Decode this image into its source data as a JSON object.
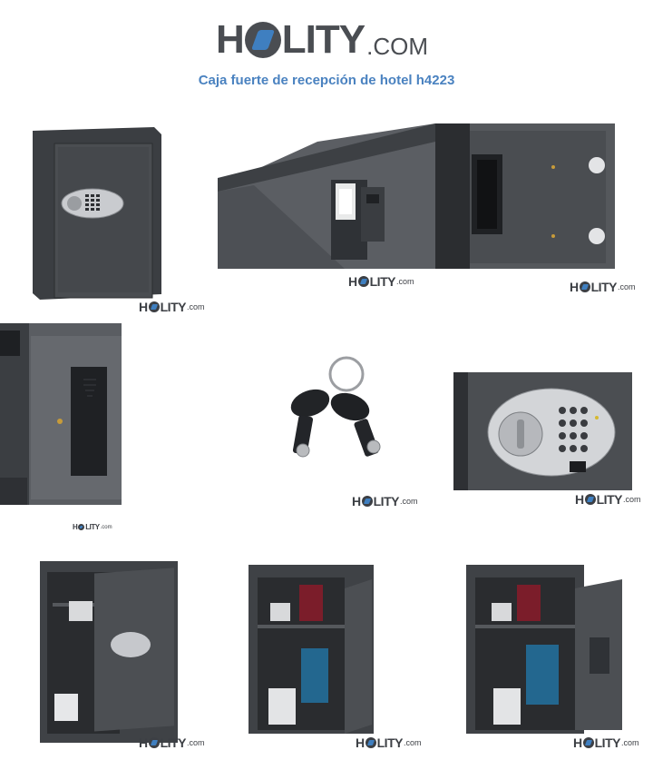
{
  "header": {
    "logo_text_left": "H",
    "logo_text_right": "LITY",
    "logo_suffix": ".COM",
    "subtitle": "Caja fuerte de recepción de hotel h4223"
  },
  "watermark": {
    "left": "H",
    "right": "LITY",
    "suffix": ".com"
  },
  "colors": {
    "brand_dark": "#4a4d52",
    "brand_blue": "#3f7fc0",
    "subtitle": "#4a82c0"
  },
  "photos": [
    "safe-closed-front",
    "safe-interior-light",
    "safe-door-hinges",
    "safe-door-battery-cover",
    "override-keys",
    "safe-keypad-closeup",
    "safe-open-door-keypad",
    "safe-open-contents",
    "safe-open-door-back"
  ]
}
